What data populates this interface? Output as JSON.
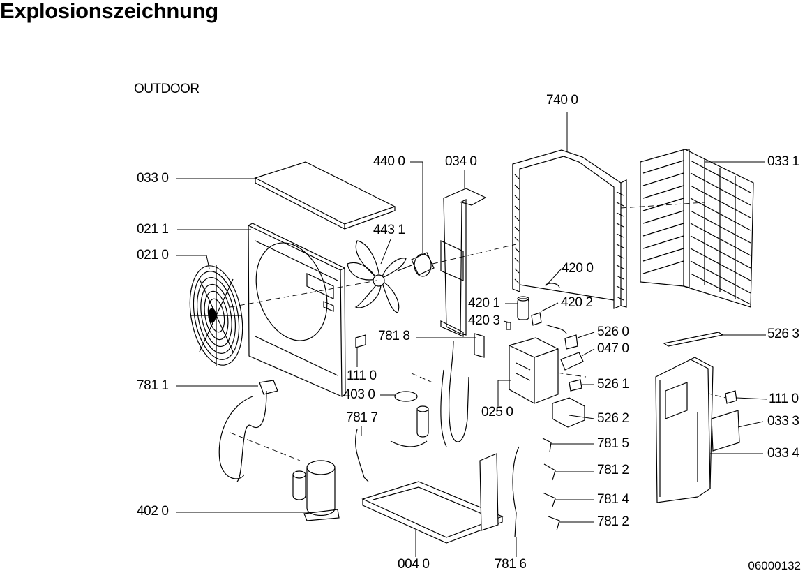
{
  "page": {
    "title": "Explosionszeichnung",
    "subtitle": "OUTDOOR",
    "drawing_code": "06000132"
  },
  "callouts": [
    {
      "id": "c01",
      "text": "740 0"
    },
    {
      "id": "c02",
      "text": "440 0"
    },
    {
      "id": "c03",
      "text": "034 0"
    },
    {
      "id": "c04",
      "text": "033 1"
    },
    {
      "id": "c05",
      "text": "033 0"
    },
    {
      "id": "c06",
      "text": "021 1"
    },
    {
      "id": "c07",
      "text": "443 1"
    },
    {
      "id": "c08",
      "text": "021 0"
    },
    {
      "id": "c09",
      "text": "420 0"
    },
    {
      "id": "c10",
      "text": "420 1"
    },
    {
      "id": "c11",
      "text": "420 2"
    },
    {
      "id": "c12",
      "text": "420 3"
    },
    {
      "id": "c13",
      "text": "781 8"
    },
    {
      "id": "c14",
      "text": "526 0"
    },
    {
      "id": "c15",
      "text": "526 3"
    },
    {
      "id": "c16",
      "text": "047 0"
    },
    {
      "id": "c17",
      "text": "111 0"
    },
    {
      "id": "c18",
      "text": "781 1"
    },
    {
      "id": "c19",
      "text": "403 0"
    },
    {
      "id": "c20",
      "text": "526 1"
    },
    {
      "id": "c21",
      "text": "111 0"
    },
    {
      "id": "c22",
      "text": "025 0"
    },
    {
      "id": "c23",
      "text": "781 7"
    },
    {
      "id": "c24",
      "text": "526 2"
    },
    {
      "id": "c25",
      "text": "033 3"
    },
    {
      "id": "c26",
      "text": "781 5"
    },
    {
      "id": "c27",
      "text": "033 4"
    },
    {
      "id": "c28",
      "text": "781 2"
    },
    {
      "id": "c29",
      "text": "402 0"
    },
    {
      "id": "c30",
      "text": "781 4"
    },
    {
      "id": "c31",
      "text": "781 2"
    },
    {
      "id": "c32",
      "text": "004 0"
    },
    {
      "id": "c33",
      "text": "781 6"
    }
  ]
}
